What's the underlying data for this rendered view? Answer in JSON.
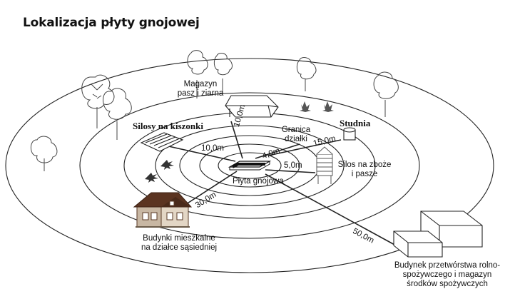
{
  "title": "Lokalizacja płyty gnojowej",
  "labels": {
    "magazyn_line1": "Magazyn",
    "magazyn_line2": "pasz  i ziarna",
    "silosy_kiszonki": "Silosy na kiszonki",
    "studnia": "Studnia",
    "granica_line1": "Granica",
    "granica_line2": "działki",
    "silos_zboze_line1": "Silos na zboże",
    "silos_zboze_line2": "i pasze",
    "plyta": "Płyta gnojowa",
    "budynki_line1": "Budynki mieszkalne",
    "budynki_line2": "na działce sąsiedniej",
    "przetworstwo_line1": "Budynek przetwórstwa rolno-",
    "przetworstwo_line2": "spożywczego i magazyn",
    "przetworstwo_line3": "środków spożywczych"
  },
  "distances": {
    "to_magazyn": "10,0m",
    "to_silosy": "10,0m",
    "to_granica": "4,0m",
    "to_studnia": "15,0m",
    "to_silos_zboze": "5,0m",
    "to_budynki": "30,0m",
    "to_przetworstwo": "50,0m"
  }
}
